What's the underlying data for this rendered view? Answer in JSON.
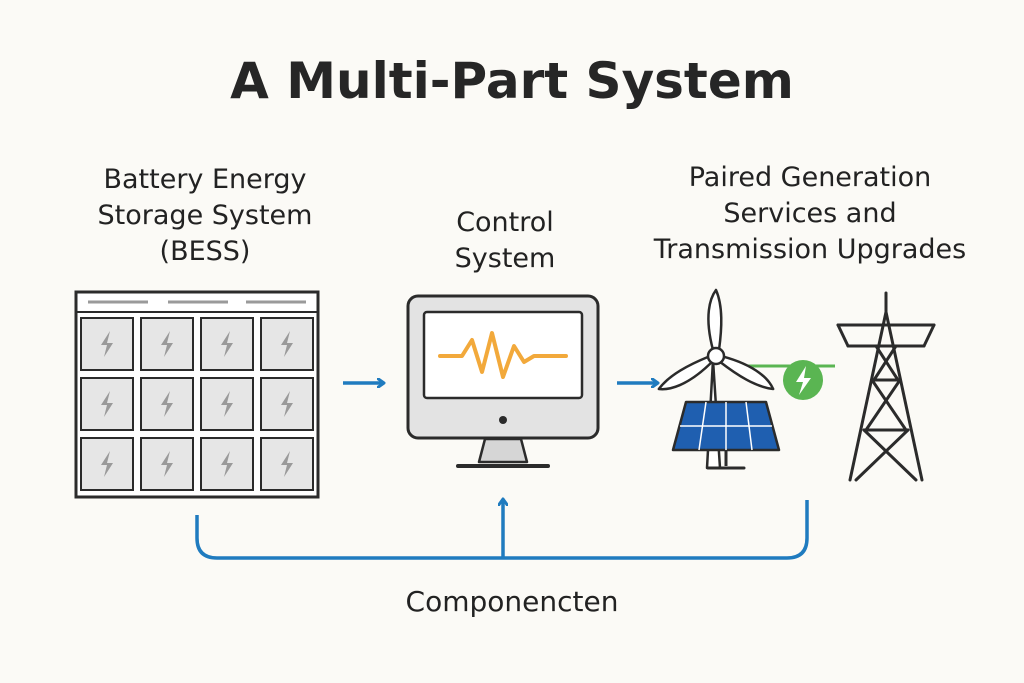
{
  "title": "A Multi-Part System",
  "nodes": {
    "bess": {
      "lines": [
        "Battery Energy",
        "Storage System",
        "(BESS)"
      ]
    },
    "control": {
      "lines": [
        "Control",
        "System"
      ]
    },
    "paired": {
      "lines": [
        "Paired Generation",
        "Services and",
        "Transmission Upgrades"
      ]
    }
  },
  "footer_label": "Componencten",
  "colors": {
    "arrow": "#1f7bbf",
    "outline": "#2b2b2b",
    "panel_fill": "#e6e6e6",
    "signal": "#f2a93b",
    "solar": "#1f5fb0",
    "connector": "#5ab552"
  },
  "icons": [
    "battery-rack-icon",
    "monitor-icon",
    "wind-turbine-icon",
    "solar-panel-icon",
    "power-connector-icon",
    "transmission-tower-icon"
  ]
}
